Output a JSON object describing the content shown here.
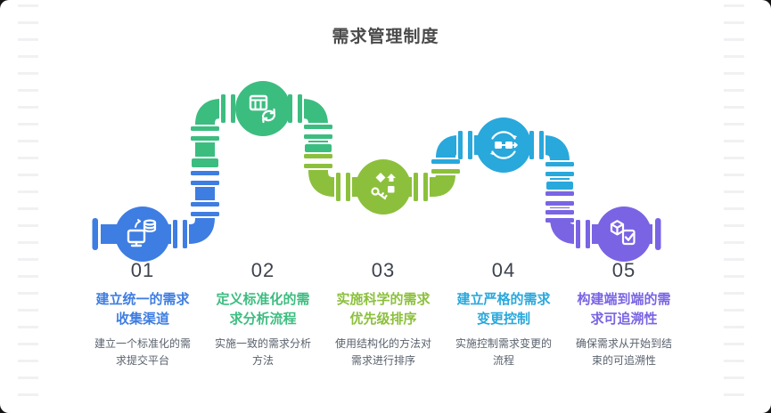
{
  "title": "需求管理制度",
  "colors": {
    "step1": "#3e7de2",
    "step2": "#3cbd80",
    "step3": "#8cc03c",
    "step4": "#29a8dc",
    "step5": "#7a64e4",
    "number": "#3d434e",
    "description": "#5a626e",
    "title_text": "#4a4a4a"
  },
  "steps": [
    {
      "number": "01",
      "color": "#3e7de2",
      "icon": "monitor-database-icon",
      "title_lines": [
        "建立统一的需求",
        "收集渠道"
      ],
      "desc_lines": [
        "建立一个标准化的需",
        "求提交平台"
      ]
    },
    {
      "number": "02",
      "color": "#3cbd80",
      "icon": "spreadsheet-sync-icon",
      "title_lines": [
        "定义标准化的需",
        "求分析流程"
      ],
      "desc_lines": [
        "实施一致的需求分析",
        "方法"
      ]
    },
    {
      "number": "03",
      "color": "#8cc03c",
      "icon": "priority-shapes-icon",
      "title_lines": [
        "实施科学的需求",
        "优先级排序"
      ],
      "desc_lines": [
        "使用结构化的方法对",
        "需求进行排序"
      ]
    },
    {
      "number": "04",
      "color": "#29a8dc",
      "icon": "change-control-icon",
      "title_lines": [
        "建立严格的需求",
        "变更控制"
      ],
      "desc_lines": [
        "实施控制需求变更的",
        "流程"
      ]
    },
    {
      "number": "05",
      "color": "#7a64e4",
      "icon": "package-check-icon",
      "title_lines": [
        "构建端到端的需",
        "求可追溯性"
      ],
      "desc_lines": [
        "确保需求从开始到结",
        "束的可追溯性"
      ]
    }
  ]
}
